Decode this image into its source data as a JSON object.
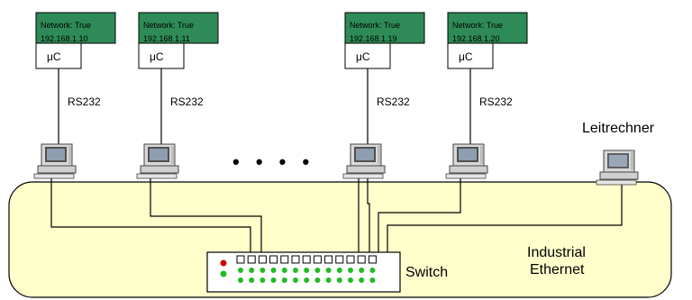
{
  "nodes": [
    {
      "network": "Network: True",
      "ip": "192.168.1.10",
      "mcu": "μC",
      "link": "RS232"
    },
    {
      "network": "Network: True",
      "ip": "192.168.1.11",
      "mcu": "μC",
      "link": "RS232"
    },
    {
      "network": "Network: True",
      "ip": "192.168.1.19",
      "mcu": "μC",
      "link": "RS232"
    },
    {
      "network": "Network: True",
      "ip": "192.168.1.20",
      "mcu": "μC",
      "link": "RS232"
    }
  ],
  "ellipsis": "• • • •",
  "host": {
    "label": "Leitrechner"
  },
  "switch": {
    "label": "Switch"
  },
  "network": {
    "line1": "Industrial",
    "line2": "Ethernet"
  },
  "colors": {
    "status_box": "#2e8b57",
    "cloud": "#ffffcc",
    "led_red": "#cc0000",
    "led_green": "#22bb22"
  }
}
